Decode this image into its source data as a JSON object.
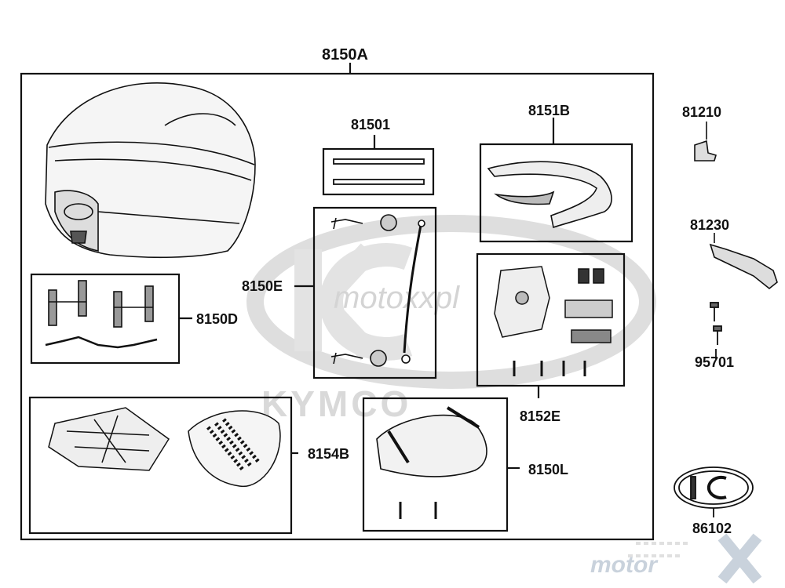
{
  "diagram": {
    "assembly_label": "8150A",
    "parts": {
      "p81501": "81501",
      "p8151B": "8151B",
      "p8150E": "8150E",
      "p8150D": "8150D",
      "p8152E": "8152E",
      "p8154B": "8154B",
      "p8150L": "8150L",
      "p81210": "81210",
      "p81230": "81230",
      "p95701": "95701",
      "p86102": "86102"
    }
  },
  "watermark": {
    "brand_text": "KYMCO",
    "site_text": "motoxxpl",
    "corner_brand": "motor"
  },
  "colors": {
    "line": "#111111",
    "watermark": "#d9d9d9",
    "corner_brand": "#c9d2dc"
  }
}
